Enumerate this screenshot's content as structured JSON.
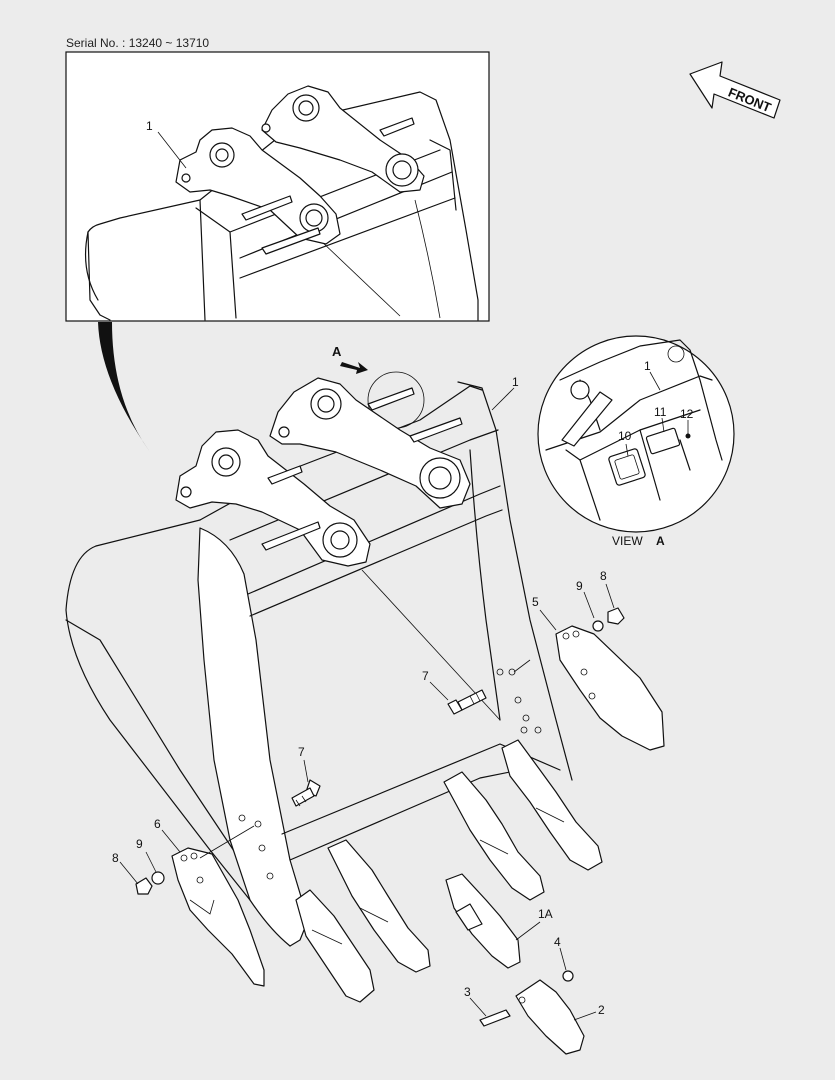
{
  "header": {
    "serial": "Serial No. : 13240 ~ 13710"
  },
  "front_arrow": {
    "label": "FRONT"
  },
  "view_a": {
    "label": "VIEW",
    "letter": "A",
    "arrow_letter": "A"
  },
  "callouts": {
    "inset_1": "1",
    "main_1": "1",
    "viewA_1": "1",
    "c10": "10",
    "c11": "11",
    "c12": "12",
    "c5": "5",
    "c9_right": "9",
    "c8_right": "8",
    "c7_upper": "7",
    "c7_lower": "7",
    "c6": "6",
    "c9_left": "9",
    "c8_left": "8",
    "c1A": "1A",
    "c4": "4",
    "c3": "3",
    "c2": "2"
  }
}
